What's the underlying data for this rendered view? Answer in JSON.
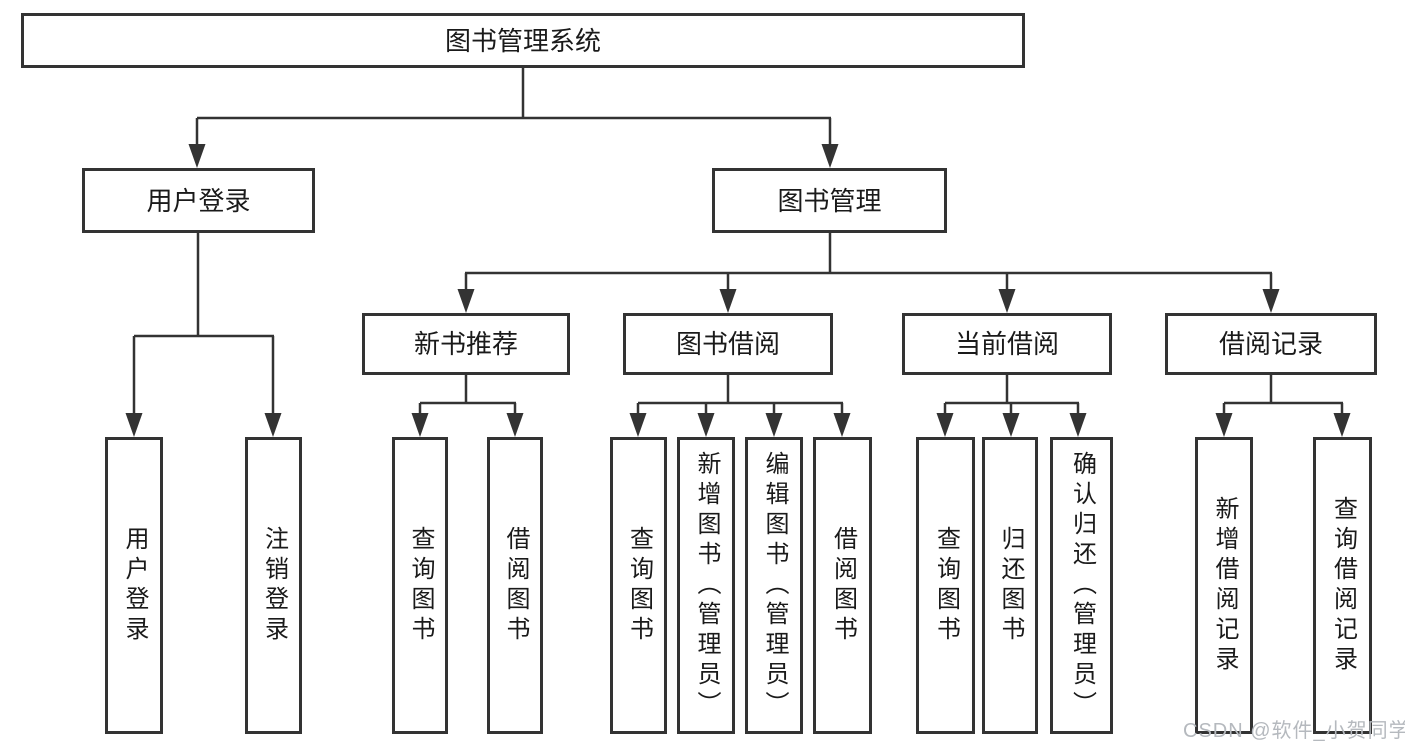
{
  "tree": {
    "root": {
      "label": "图书管理系统"
    },
    "branches": [
      {
        "label": "用户登录",
        "children": [
          {
            "label": "用户登录"
          },
          {
            "label": "注销登录"
          }
        ]
      },
      {
        "label": "图书管理",
        "children": [
          {
            "label": "新书推荐",
            "children": [
              {
                "label": "查询图书"
              },
              {
                "label": "借阅图书"
              }
            ]
          },
          {
            "label": "图书借阅",
            "children": [
              {
                "label": "查询图书"
              },
              {
                "label": "新增图书（管理员）"
              },
              {
                "label": "编辑图书（管理员）"
              },
              {
                "label": "借阅图书"
              }
            ]
          },
          {
            "label": "当前借阅",
            "children": [
              {
                "label": "查询图书"
              },
              {
                "label": "归还图书"
              },
              {
                "label": "确认归还（管理员）"
              }
            ]
          },
          {
            "label": "借阅记录",
            "children": [
              {
                "label": "新增借阅记录"
              },
              {
                "label": "查询借阅记录"
              }
            ]
          }
        ]
      }
    ]
  },
  "watermark": {
    "text": "CSDN @软件_小贺同学"
  },
  "colors": {
    "line": "#333333",
    "text": "#1a1a1a",
    "background": "#ffffff",
    "watermark": "#b5b9be"
  }
}
